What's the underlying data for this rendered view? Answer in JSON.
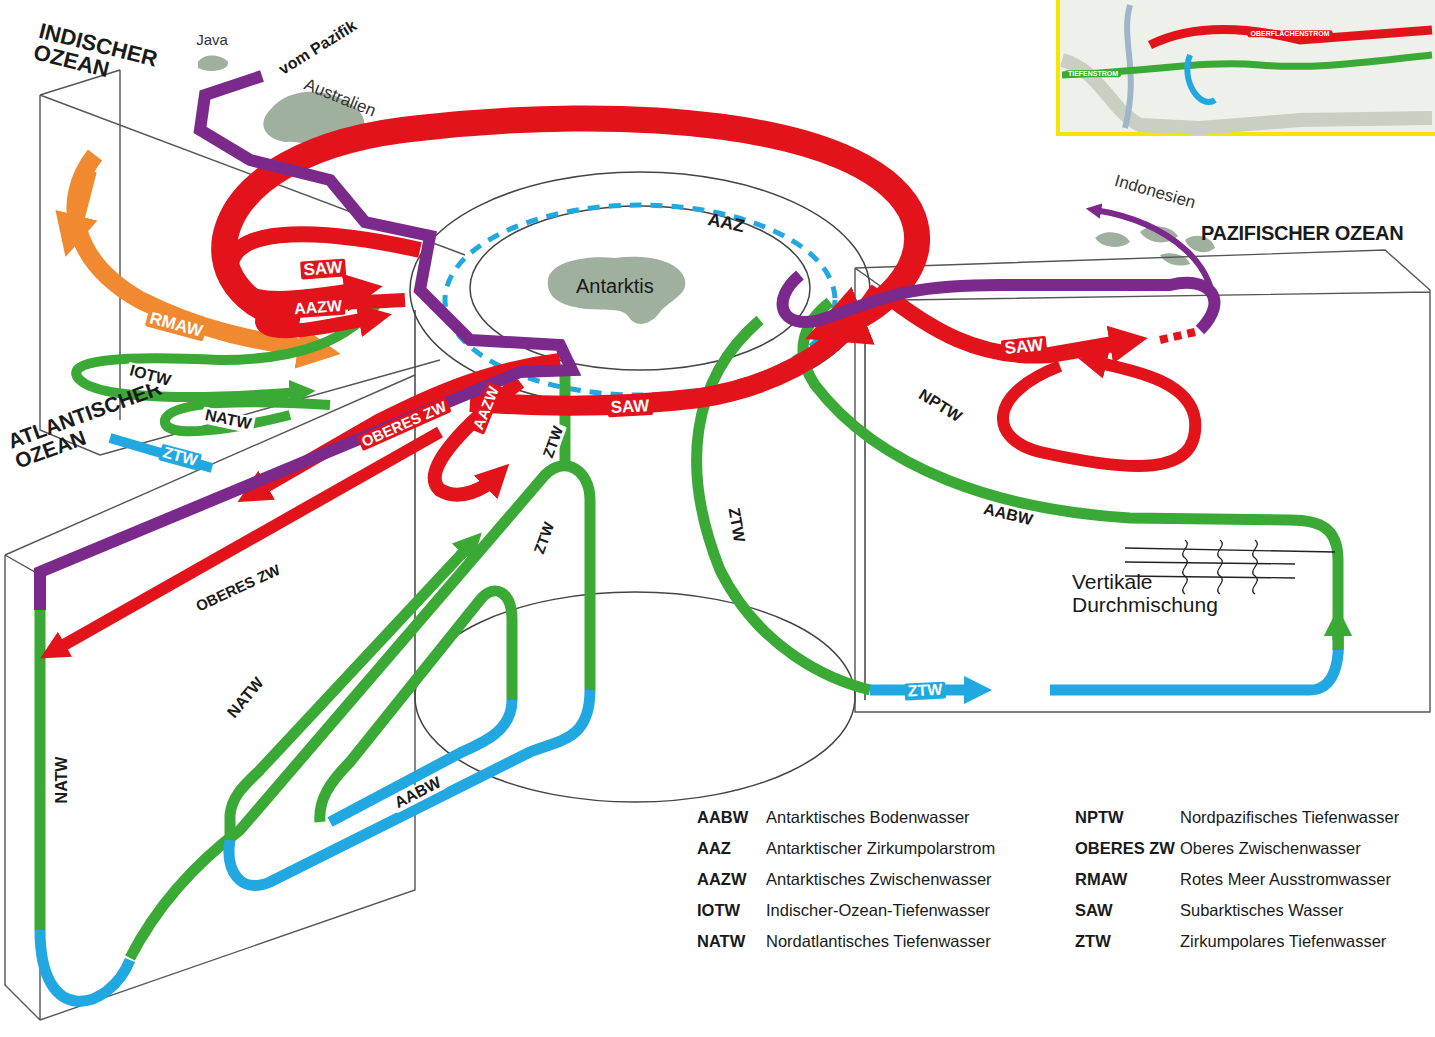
{
  "diagram": {
    "nodes": [
      {
        "text": [
          "INDISCHER OZEAN"
        ]
      },
      {
        "text": [
          "ATLANTISCHER OZEAN"
        ]
      },
      {
        "text": [
          "PAZIFISCHER OZEAN"
        ]
      },
      {
        "text": [
          "AAZ"
        ]
      },
      {
        "text": [
          "Antarktis"
        ],
        "in": 3
      }
    ],
    "labels": [
      "Java",
      "vom Pazifik",
      "Australien",
      "Indonesien",
      "SAW",
      "AAZW",
      "RMAW",
      "IOTW",
      "NATW",
      "ZTW",
      "OBERES ZW",
      "AAZW",
      "ZTW",
      "SAW",
      "OBERES ZW",
      "ZTW",
      "NATW",
      "AABW",
      "NATW",
      "SAW",
      "NPTW",
      "AABW",
      "ZTW",
      "ZTW",
      "Vertikale Durchmischung",
      "OBERFLÄCHENSTROM",
      "TIEFENSTROM",
      "AABW",
      "Antarktisches Bodenwasser",
      "AAZ",
      "Antarktischer Zirkumpolarstrom",
      "AAZW",
      "Antarktisches Zwischenwasser",
      "IOTW",
      "Indischer-Ozean-Tiefenwasser",
      "NATW",
      "Nordatlantisches Tiefenwasser",
      "NPTW",
      "Nordpazifisches Tiefenwasser",
      "OBERES ZW",
      "Oberes Zwischenwasser",
      "RMAW",
      "Rotes Meer Ausstromwasser",
      "SAW",
      "Subarktisches Wasser",
      "ZTW",
      "Zirkumpolares Tiefenwasser"
    ]
  }
}
